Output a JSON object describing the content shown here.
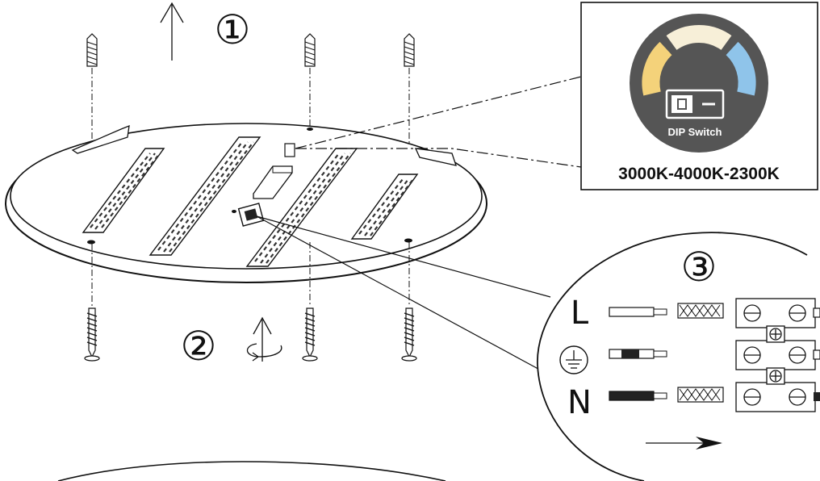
{
  "steps": {
    "step1": "①",
    "step2": "②",
    "step3": "③"
  },
  "dip_inset": {
    "label": "DIP Switch",
    "cct_sequence": "3000K-4000K-2300K",
    "arc_colors": [
      "#f4d27a",
      "#f7efd8",
      "#8fc4ea"
    ],
    "badge_color": "#555555"
  },
  "wiring": {
    "live": "L",
    "neutral": "N",
    "earth": "earth-symbol"
  },
  "colors": {
    "line": "#111111",
    "background": "#ffffff"
  }
}
